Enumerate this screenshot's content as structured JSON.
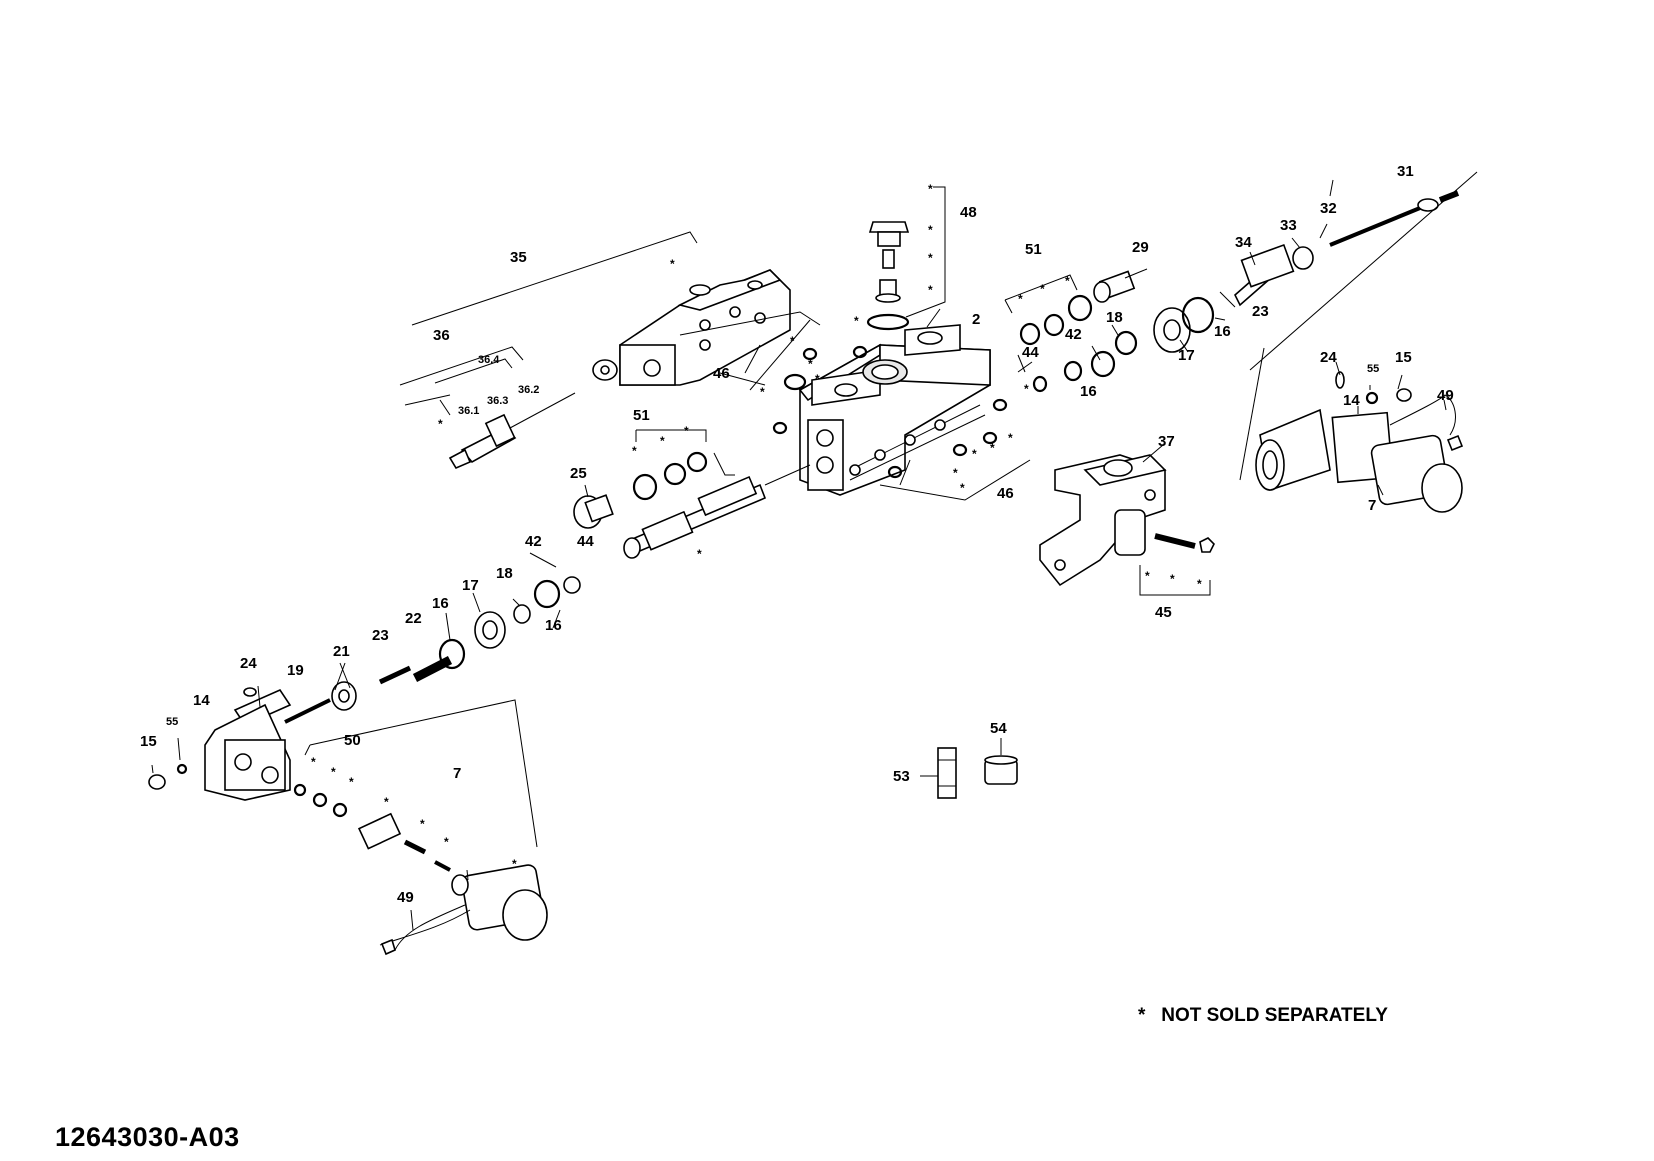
{
  "diagram": {
    "labels": {
      "l2": "2",
      "l7a": "7",
      "l7b": "7",
      "l14a": "14",
      "l14b": "14",
      "l15a": "15",
      "l15b": "15",
      "l16a": "16",
      "l16b": "16",
      "l16c": "16",
      "l16d": "16",
      "l17a": "17",
      "l17b": "17",
      "l18a": "18",
      "l18b": "18",
      "l19": "19",
      "l21": "21",
      "l22": "22",
      "l23a": "23",
      "l23b": "23",
      "l24a": "24",
      "l24b": "24",
      "l25": "25",
      "l29": "29",
      "l31": "31",
      "l32": "32",
      "l33": "33",
      "l34": "34",
      "l35": "35",
      "l36": "36",
      "l36_1": "36.1",
      "l36_2": "36.2",
      "l36_3": "36.3",
      "l36_4": "36.4",
      "l37": "37",
      "l42a": "42",
      "l42b": "42",
      "l44a": "44",
      "l44b": "44",
      "l45": "45",
      "l46a": "46",
      "l46b": "46",
      "l48": "48",
      "l49a": "49",
      "l49b": "49",
      "l50": "50",
      "l51a": "51",
      "l51b": "51",
      "l53": "53",
      "l54": "54",
      "l55a": "55",
      "l55b": "55"
    },
    "not_sold_marker": "*",
    "legend": {
      "symbol": "*",
      "text": "NOT SOLD SEPARATELY"
    },
    "drawing_id": "12643030-A03"
  }
}
